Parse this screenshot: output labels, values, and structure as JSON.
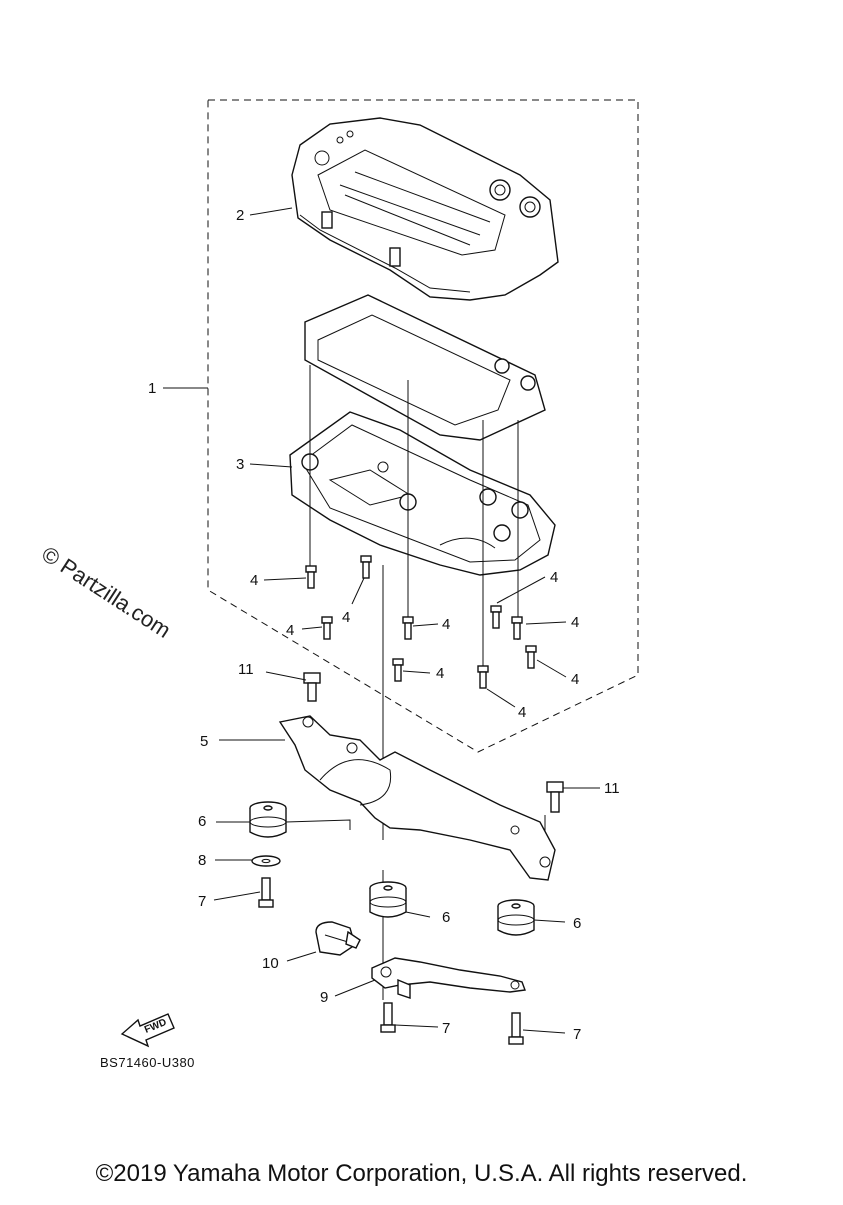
{
  "diagram": {
    "callouts": [
      {
        "id": "c1",
        "text": "1"
      },
      {
        "id": "c2",
        "text": "2"
      },
      {
        "id": "c3",
        "text": "3"
      },
      {
        "id": "c4a",
        "text": "4"
      },
      {
        "id": "c4b",
        "text": "4"
      },
      {
        "id": "c4c",
        "text": "4"
      },
      {
        "id": "c4d",
        "text": "4"
      },
      {
        "id": "c4e",
        "text": "4"
      },
      {
        "id": "c4f",
        "text": "4"
      },
      {
        "id": "c4g",
        "text": "4"
      },
      {
        "id": "c4h",
        "text": "4"
      },
      {
        "id": "c4i",
        "text": "4"
      },
      {
        "id": "c11a",
        "text": "11"
      },
      {
        "id": "c11b",
        "text": "11"
      },
      {
        "id": "c5",
        "text": "5"
      },
      {
        "id": "c6a",
        "text": "6"
      },
      {
        "id": "c6b",
        "text": "6"
      },
      {
        "id": "c6c",
        "text": "6"
      },
      {
        "id": "c8",
        "text": "8"
      },
      {
        "id": "c7a",
        "text": "7"
      },
      {
        "id": "c7b",
        "text": "7"
      },
      {
        "id": "c7c",
        "text": "7"
      },
      {
        "id": "c10",
        "text": "10"
      },
      {
        "id": "c9",
        "text": "9"
      }
    ],
    "fwd_label": "FWD",
    "drawing_code": "BS71460-U380",
    "watermark": "© Partzilla.com",
    "copyright": "©2019 Yamaha Motor Corporation, U.S.A. All rights reserved."
  }
}
